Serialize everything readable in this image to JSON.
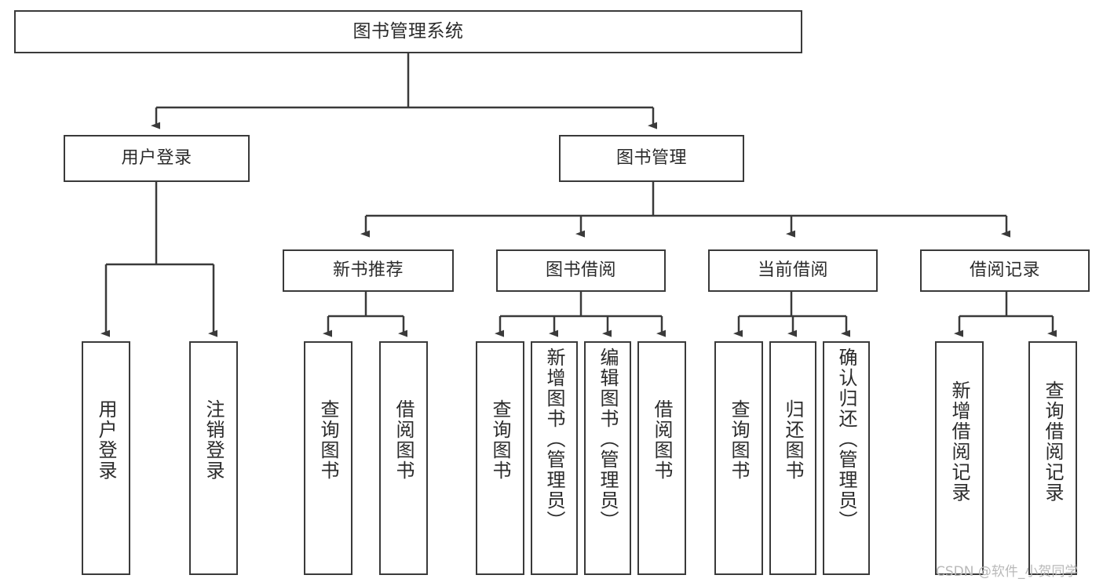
{
  "diagram": {
    "type": "tree",
    "title": "图书管理系统",
    "root": {
      "id": "root",
      "label": "图书管理系统"
    },
    "level2": [
      {
        "id": "user-login",
        "label": "用户登录"
      },
      {
        "id": "book-manage",
        "label": "图书管理"
      }
    ],
    "level3": [
      {
        "id": "new-book-rec",
        "label": "新书推荐",
        "parent": "book-manage"
      },
      {
        "id": "book-borrow",
        "label": "图书借阅",
        "parent": "book-manage"
      },
      {
        "id": "current-borrow",
        "label": "当前借阅",
        "parent": "book-manage"
      },
      {
        "id": "borrow-record",
        "label": "借阅记录",
        "parent": "book-manage"
      }
    ],
    "leaves": [
      {
        "id": "leaf-user-login",
        "label": "用户登录",
        "parent": "user-login"
      },
      {
        "id": "leaf-logout",
        "label": "注销登录",
        "parent": "user-login"
      },
      {
        "id": "leaf-query-book-1",
        "label": "查询图书",
        "parent": "new-book-rec"
      },
      {
        "id": "leaf-borrow-book-1",
        "label": "借阅图书",
        "parent": "new-book-rec"
      },
      {
        "id": "leaf-query-book-2",
        "label": "查询图书",
        "parent": "book-borrow"
      },
      {
        "id": "leaf-add-book",
        "label": "新增图书（管理员）",
        "parent": "book-borrow"
      },
      {
        "id": "leaf-edit-book",
        "label": "编辑图书（管理员）",
        "parent": "book-borrow"
      },
      {
        "id": "leaf-borrow-book-2",
        "label": "借阅图书",
        "parent": "book-borrow"
      },
      {
        "id": "leaf-query-book-3",
        "label": "查询图书",
        "parent": "current-borrow"
      },
      {
        "id": "leaf-return-book",
        "label": "归还图书",
        "parent": "current-borrow"
      },
      {
        "id": "leaf-confirm-return",
        "label": "确认归还（管理员）",
        "parent": "current-borrow"
      },
      {
        "id": "leaf-add-record",
        "label": "新增借阅记录",
        "parent": "borrow-record"
      },
      {
        "id": "leaf-query-record",
        "label": "查询借阅记录",
        "parent": "borrow-record"
      }
    ],
    "colors": {
      "stroke": "#3a3a3a",
      "text": "#2b2b2b",
      "background": "#ffffff",
      "watermark": "#b9b9b9"
    }
  },
  "watermark": {
    "text": "CSDN @软件_小贺同学"
  }
}
